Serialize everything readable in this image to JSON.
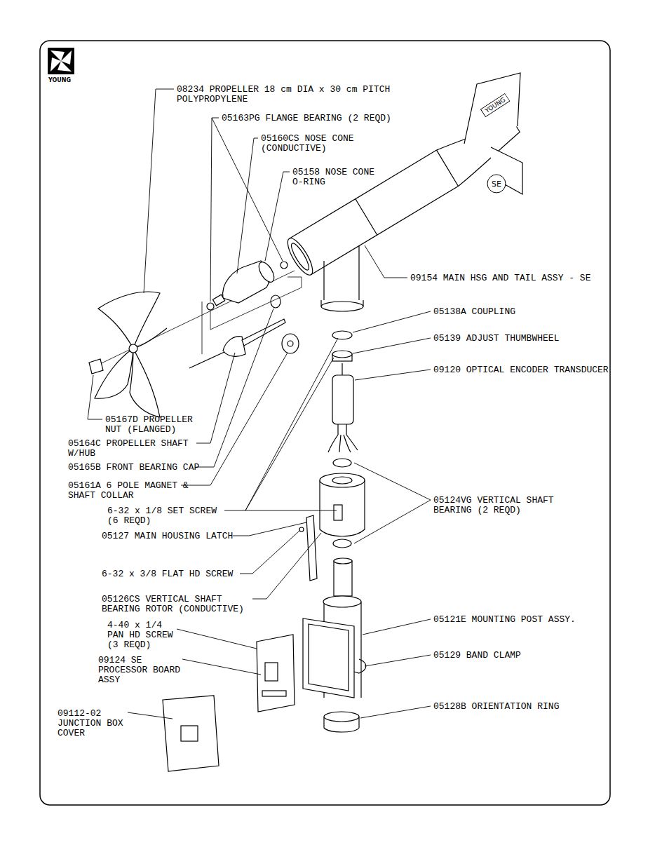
{
  "diagram": {
    "nodes": [
      {
        "text": [
          "SE"
        ]
      },
      {
        "text": [
          "YOUNG"
        ]
      }
    ],
    "labels": [
      "YOUNG",
      "08234 PROPELLER 18 cm DIA x 30 cm PITCH POLYPROPYLENE",
      "05163PG FLANGE BEARING (2 REQD)",
      "05160CS NOSE CONE (CONDUCTIVE)",
      "05158 NOSE CONE O-RING",
      "09154 MAIN HSG AND TAIL ASSY - SE",
      "05138A COUPLING",
      "05139 ADJUST THUMBWHEEL",
      "09120 OPTICAL ENCODER TRANSDUCER",
      "05167D PROPELLER NUT (FLANGED)",
      "05164C PROPELLER SHAFT W/HUB",
      "05165B FRONT BEARING CAP",
      "05161A 6 POLE MAGNET & SHAFT COLLAR",
      "6-32 x 1/8 SET SCREW (6 REQD)",
      "05127 MAIN HOUSING LATCH",
      "05124VG VERTICAL SHAFT BEARING (2 REQD)",
      "6-32 x 3/8 FLAT HD SCREW",
      "05126CS VERTICAL SHAFT BEARING ROTOR (CONDUCTIVE)",
      "4-40 x 1/4 PAN HD SCREW (3 REQD)",
      "05121E MOUNTING POST ASSY.",
      "09124 SE PROCESSOR BOARD ASSY",
      "05129 BAND CLAMP",
      "09112-02 JUNCTION BOX COVER",
      "05128B ORIENTATION RING"
    ]
  }
}
